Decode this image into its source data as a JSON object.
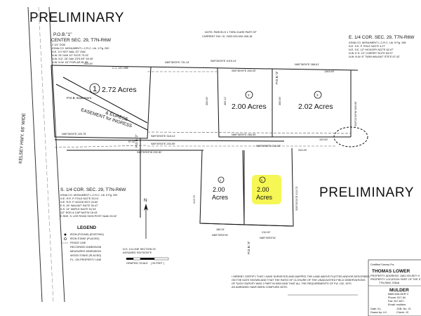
{
  "banners": {
    "top": "PRELIMINARY",
    "right": "PRELIMINARY"
  },
  "header_note": {
    "line1": "NOTE: PARCELS 1 THRU 5 ARE PART OF",
    "line2": "CURRENT TAX I.D. 2002-029-000-265-18"
  },
  "corners": {
    "center": "CENTER SEC. 29, T7N-R6W",
    "east": "E. 1/4 COR. SEC. 29, T7N-R6W",
    "south": "S. 1/4 COR. SEC. 29, T7N-R6W"
  },
  "pob_labels": {
    "pob1": "P.O.B.\"1\"",
    "pob2": "P.O.B.\"2\"",
    "pob3": "P.O.B.\"3\"",
    "pob4": "P.O.B.\"4\"",
    "pob_easement": "P.O.B. Easement"
  },
  "road": {
    "name": "KELSEY HWY. 66' WIDE"
  },
  "easement": {
    "line1": "EASEMENT for INGRESS",
    "line2": "& EGRESS"
  },
  "lots": {
    "lot1": {
      "num": "1",
      "area": "2.72 Acres"
    },
    "lot2": {
      "num": "2",
      "area": "2.00 Acres"
    },
    "lot3": {
      "num": "3",
      "area": "2.02 Acres"
    },
    "lot4": {
      "num": "4",
      "area_l1": "2.00",
      "area_l2": "Acres"
    },
    "lot5": {
      "num": "5",
      "area_l1": "2.00",
      "area_l2": "Acres"
    }
  },
  "highlight_color": "#f5f542",
  "bearings": {
    "top1": "N89°36'09\"E 731.14'",
    "top2": "S89°36'09\"E 1015.14'",
    "top3": "N89°36'09\"E 286.61'",
    "left_top": "413.00'",
    "mid1": "N89°36'09\"E 220.75'",
    "mid2": "N89°36'09\"E 284.00'",
    "mid3": "S89°39'53\"E 318.14'",
    "mid4": "S89°39'53\"E 230.59'",
    "mid5": "N89°39'53\"E 210.00'",
    "mid6": "S89°39'53\"W 292.81'",
    "lot2_top": "S89°36'09\"E 284.00'",
    "lot3_right": "S00°22'26\"W 300.00'",
    "lot4_left": "413.73'",
    "lot5_right": "S00°33'24\"E 413.73'",
    "bottom1": "185.31'",
    "bottom2": "210.00'",
    "bottom3": "N89°39'53\"W",
    "bottom4": "N89°39'53\"W",
    "c1": "C-1, 1/4 LINE",
    "r1": "1363.69'",
    "v1": "300.12'",
    "v2": "300.00'",
    "v3": "300.00'",
    "tie1": "57.32'",
    "tie2": "102.50'",
    "tie3": "203.26'"
  },
  "ties": {
    "center": [
      "2 1/4\" DOD",
      "IONIA CO. MONUMENT L.C.R.C. Lib. 1 Pg. 200",
      "N.E. 3.0' KEY NAIL 20\" OAK",
      "N.W. 25' OAK 10\" S12'E 73.32'",
      "N.W. N.E. 26' OAK 23'S 8'9\" 63.40'",
      "N.W. N.W. 18\" POPLAR 81.85'"
    ],
    "east": [
      "IONIA CO. MONUMENT L.C.R.C. Lib. 5 Pg. 198",
      "N.E. S.E. P. POLE N22°E 3.27'",
      "N.E. S.E. 12\" HICKORY N22°E 62.07'",
      "N.W. E.S. 10\" CHERRY S10°E 63.97'",
      "N.W. N.W. 8\" TWIN WALNUT S75°E 67.42'"
    ],
    "south": [
      "IONIA CO. MONUMENT L.C.R.C. Lib. 5 Pg. 200",
      "N.E. R.R. P. POLE N22°E 53.10'",
      "N.E. R.R. P. WOOD ROT 23.62'",
      "E.S. 16\" WALNUT S40°E 30.47'",
      "S.S. 14\" MAPLE N44°E 51.04'",
      "1/2\" ROD & CAP N43°W 18.43'",
      "E.SDE. S. LEE ROAD SIGN POST North 33.32'"
    ]
  },
  "north": "N",
  "legend": {
    "title": "LEGEND",
    "items": [
      "IRON (FOUND) (EXISTING)",
      "IRON STAKE (PLACED)",
      "FENCE LINE",
      "RECORDED DIMENSION",
      "MEASURED DIMENSION",
      "WOOD STAKE (PLACED)",
      "P.L. ON PROPERTY LINE"
    ]
  },
  "scale": {
    "line1": "N-S. 1/4 LINE SECTION 29",
    "line2": "ASSUMED S00°00'00\"E",
    "label": "GRAPHIC SCALE",
    "unit": "( IN FEET )"
  },
  "title_block": {
    "certified": "Certified Survey For",
    "client": "THOMAS LOWER",
    "addr1": "PROPERTY ADDRESS: 1581 KELSEY H",
    "addr2": "PROPERTY LOCATION: PART OF THE S",
    "addr3": "T7N-R6W, IONIA",
    "firm": "MULDER",
    "firm_addr": "6585 MULDER C",
    "phone": "Phone: 517-64",
    "fax": "Fax: 517-647-",
    "email": "Email: mulders",
    "job": "JOB. No. 21",
    "date": "Date: 01-",
    "drawn": "Drawn by: LH",
    "checked": "Check: JC"
  },
  "certification": [
    "I HEREBY CERTIFY THAT I HAVE SURVEYED AND MAPPED THE LAND ABOVE PLATTED AND/OR DESCRIBED",
    "ON THE DATE SHOWN AND THAT THE RATIO OF CLOSURE OF THE UNADJUSTED FIELD OBSERVATIONS",
    "OF SUCH SURVEY WAS 1 PART IN 5000 AND THAT ALL THE REQUIREMENTS OF P.A. 132, 1970",
    "AS AMENDED HAVE BEEN COMPLIED WITH."
  ]
}
